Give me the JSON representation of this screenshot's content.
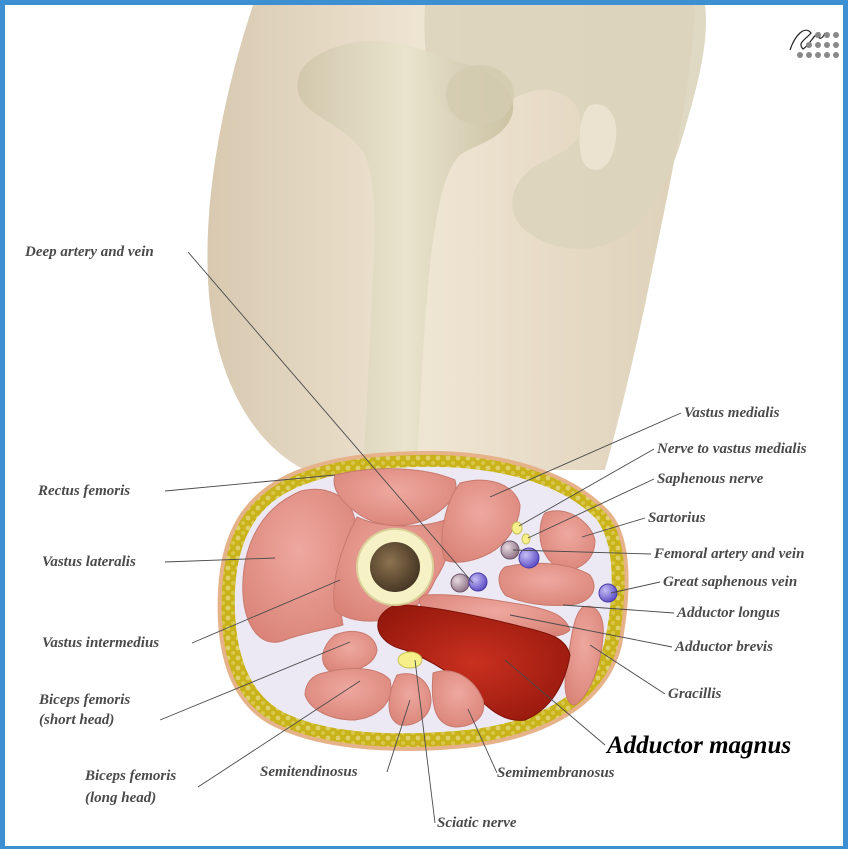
{
  "labels": {
    "deep_artery_vein": "Deep artery and vein",
    "vastus_medialis": "Vastus medialis",
    "nerve_to_vastus_medialis": "Nerve to vastus medialis",
    "saphenous_nerve": "Saphenous nerve",
    "sartorius": "Sartorius",
    "femoral_artery_vein": "Femoral artery and vein",
    "great_saphenous_vein": "Great saphenous vein",
    "adductor_longus": "Adductor longus",
    "adductor_brevis": "Adductor brevis",
    "gracillis": "Gracillis",
    "adductor_magnus": "Adductor magnus",
    "rectus_femoris": "Rectus femoris",
    "vastus_lateralis": "Vastus lateralis",
    "vastus_intermedius": "Vastus intermedius",
    "biceps_short_line1": "Biceps femoris",
    "biceps_short_line2": "(short head)",
    "biceps_long_line1": "Biceps femoris",
    "biceps_long_line2": "(long head)",
    "semitendinosus": "Semitendinosus",
    "semimembranosus": "Semimembranosus",
    "sciatic_nerve": "Sciatic nerve"
  },
  "colors": {
    "frame_border": "#3c8fd0",
    "skin_layer": "#c9b318",
    "muscle": "#e5978d",
    "adductor_magnus": "#b21f12",
    "bone_marrow": "#6b5336",
    "bone_cortex": "#f7f2c6",
    "artery": "#a891a2",
    "vein": "#7a6bd8",
    "nerve": "#f6ef8a",
    "leg_skin": "#e3d6c0"
  },
  "icons": {
    "signature": "signature-logo-icon"
  }
}
